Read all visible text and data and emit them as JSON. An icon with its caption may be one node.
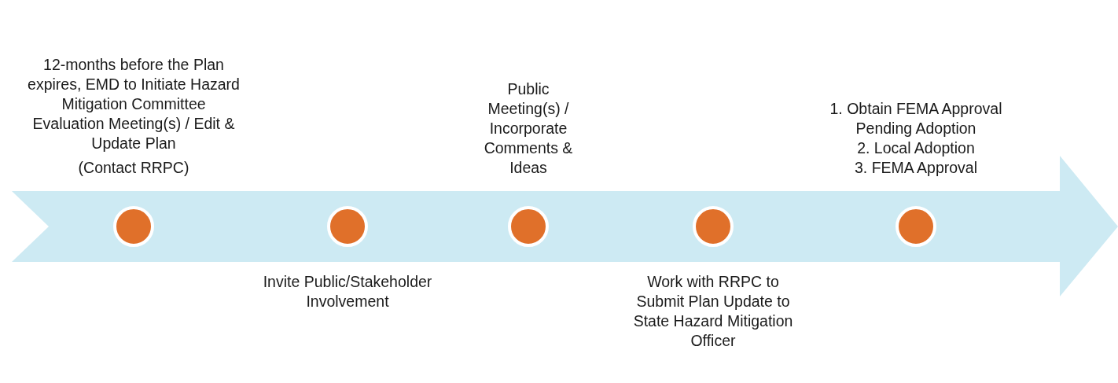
{
  "diagram": {
    "nodes": [
      {
        "text": [],
        "shape": "arrow"
      },
      {
        "text": [],
        "shape": "circle",
        "in": 0,
        "beside": [
          "12-months before the Plan expires, EMD to Initiate Hazard Mitigation Committee Evaluation Meeting(s) / Edit & Update Plan",
          "(Contact RRPC)"
        ]
      },
      {
        "text": [],
        "shape": "circle",
        "in": 0,
        "beside": [
          "Invite Public/Stakeholder Involvement"
        ]
      },
      {
        "text": [],
        "shape": "circle",
        "in": 0,
        "beside": [
          "Public Meeting(s) / Incorporate Comments & Ideas"
        ]
      },
      {
        "text": [],
        "shape": "circle",
        "in": 0,
        "beside": [
          "Work with RRPC to Submit Plan Update to State Hazard Mitigation Officer"
        ]
      },
      {
        "text": [],
        "shape": "circle",
        "in": 0,
        "beside": [
          "1. Obtain FEMA Approval Pending Adoption",
          "2. Local Adoption",
          "3. FEMA Approval"
        ]
      }
    ]
  }
}
